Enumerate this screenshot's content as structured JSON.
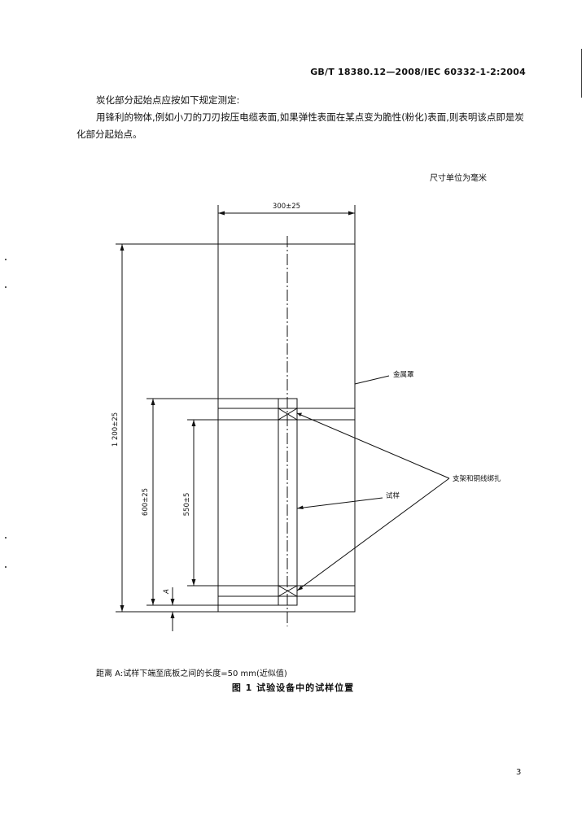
{
  "header": {
    "standard": "GB/T 18380.12—2008/IEC 60332-1-2:2004"
  },
  "body": {
    "paragraph1": "炭化部分起始点应按如下规定测定:",
    "paragraph2": "用锋利的物体,例如小刀的刀刃按压电缆表面,如果弹性表面在某点变为脆性(粉化)表面,则表明该点即是炭化部分起始点。"
  },
  "figure": {
    "unit_note": "尺寸单位为毫米",
    "dim_width": "300±25",
    "dim_total_height": "1 200±25",
    "dim_600": "600±25",
    "dim_550": "550±5",
    "dim_A": "A",
    "label_enclosure": "金属罩",
    "label_specimen": "试样",
    "label_support": "支架和铜线绑扎",
    "note": "距离 A:试样下端至底板之间的长度=50 mm(近似值)",
    "caption": "图 1   试验设备中的试样位置"
  },
  "footer": {
    "page_number": "3"
  }
}
